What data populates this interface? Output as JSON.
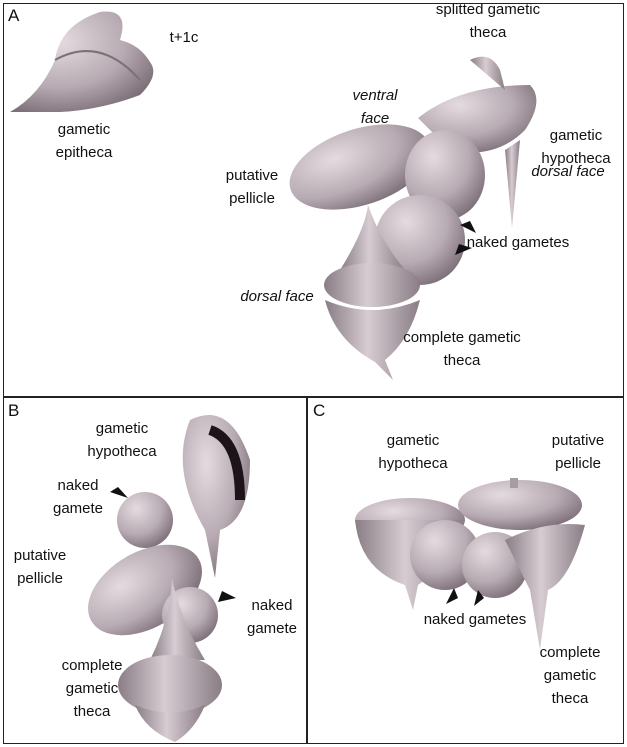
{
  "panels": {
    "A": {
      "letter": "A",
      "labels": {
        "t1c": "t+1c",
        "gametic_epitheca": [
          "gametic",
          "epitheca"
        ],
        "splitted_gametic_theca": [
          "splitted gametic",
          "theca"
        ],
        "ventral_face": [
          "ventral",
          "face"
        ],
        "gametic_hypotheca": [
          "gametic",
          "hypotheca"
        ],
        "dorsal_face_right": "dorsal face",
        "putative_pellicle": [
          "putative",
          "pellicle"
        ],
        "naked_gametes": "naked gametes",
        "dorsal_face_left": "dorsal face",
        "complete_gametic_theca": [
          "complete gametic",
          "theca"
        ]
      }
    },
    "B": {
      "letter": "B",
      "labels": {
        "gametic_hypotheca": [
          "gametic",
          "hypotheca"
        ],
        "naked_gamete_top": [
          "naked",
          "gamete"
        ],
        "putative_pellicle": [
          "putative",
          "pellicle"
        ],
        "naked_gamete_right": [
          "naked",
          "gamete"
        ],
        "complete_gametic_theca": [
          "complete",
          "gametic",
          "theca"
        ]
      }
    },
    "C": {
      "letter": "C",
      "labels": {
        "gametic_hypotheca": [
          "gametic",
          "hypotheca"
        ],
        "putative_pellicle": [
          "putative",
          "pellicle"
        ],
        "naked_gametes": "naked gametes",
        "complete_gametic_theca": [
          "complete",
          "gametic",
          "theca"
        ]
      }
    }
  },
  "colors": {
    "shape": "#b8abb3",
    "shadow": "#7d7078",
    "highlight": "#e2d9de"
  }
}
